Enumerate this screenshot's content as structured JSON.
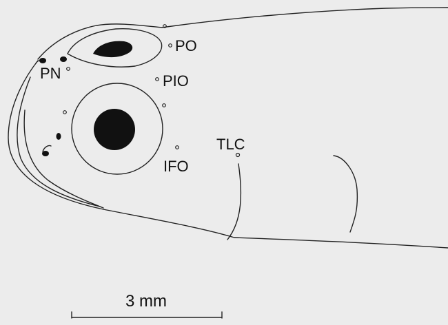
{
  "figure": {
    "labels": {
      "po": "PO",
      "pio": "PIO",
      "pn": "PN",
      "ifo": "IFO",
      "tlc": "TLC"
    },
    "scale_bar": {
      "label": "3 mm"
    }
  }
}
